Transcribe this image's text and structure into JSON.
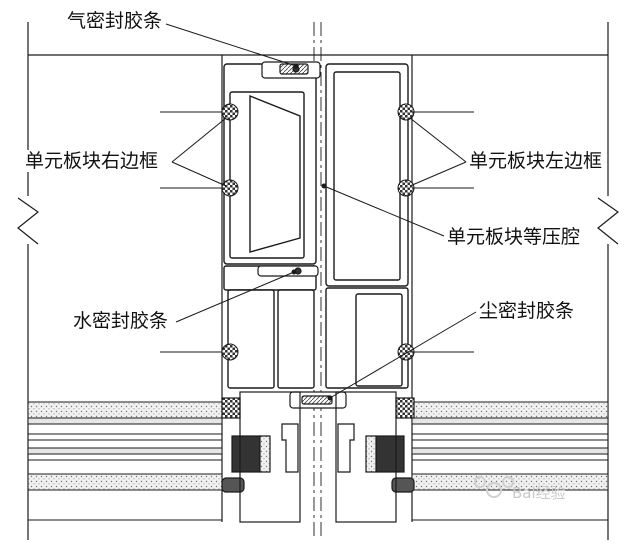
{
  "labels": {
    "air_seal": "气密封胶条",
    "right_frame": "单元板块右边框",
    "left_frame": "单元板块左边框",
    "pressure_chamber": "单元板块等压腔",
    "water_seal": "水密封胶条",
    "dust_seal": "尘密封胶条"
  },
  "watermark": "Bai经验",
  "colors": {
    "line": "#1a1a1a",
    "glass_fill": "#e6e6e6",
    "insulation": "#bdbdbd",
    "gasket": "#555555"
  },
  "icons": [
    "watermark-logo-icon"
  ]
}
